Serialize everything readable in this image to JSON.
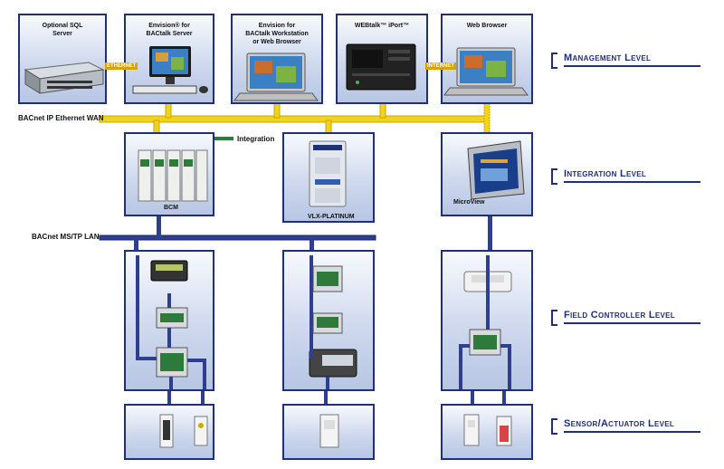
{
  "colors": {
    "panel_border": "#1f2f7a",
    "bus_yellow": "#f2d21a",
    "wire_blue": "#2f3f8f",
    "level_text": "#1f2f7a"
  },
  "management": {
    "sql_server": "Optional SQL\nServer",
    "envision_server": "Envision® for\nBACtalk Server",
    "envision_workstation": "Envision for\nBACtalk Workstation\nor Web Browser",
    "webtalk_iport": "WEBtalk™ iPort™",
    "web_browser": "Web Browser",
    "ethernet_tag_left": "ETHERNET",
    "ethernet_tag_right": "INTERNET"
  },
  "integration": {
    "bcm_label": "BCM",
    "integration_label": "Integration",
    "vlx_label": "VLX-PLATINUM",
    "microview_label": "MicroView"
  },
  "buses": {
    "wan": "BACnet IP Ethernet WAN",
    "lan": "BACnet MS/TP LAN"
  },
  "levels": {
    "management": "Management Level",
    "integration": "Integration Level",
    "field": "Field Controller Level",
    "sensor": "Sensor/Actuator Level"
  },
  "icons": [
    "server-rack-icon",
    "desktop-pc-icon",
    "laptop-icon",
    "iport-appliance-icon",
    "bcm-module-icon",
    "vlx-controller-icon",
    "microview-touchscreen-icon",
    "controller-board-icon",
    "keypad-display-icon",
    "wall-sensor-icon",
    "damper-actuator-icon",
    "thermostat-icon"
  ]
}
